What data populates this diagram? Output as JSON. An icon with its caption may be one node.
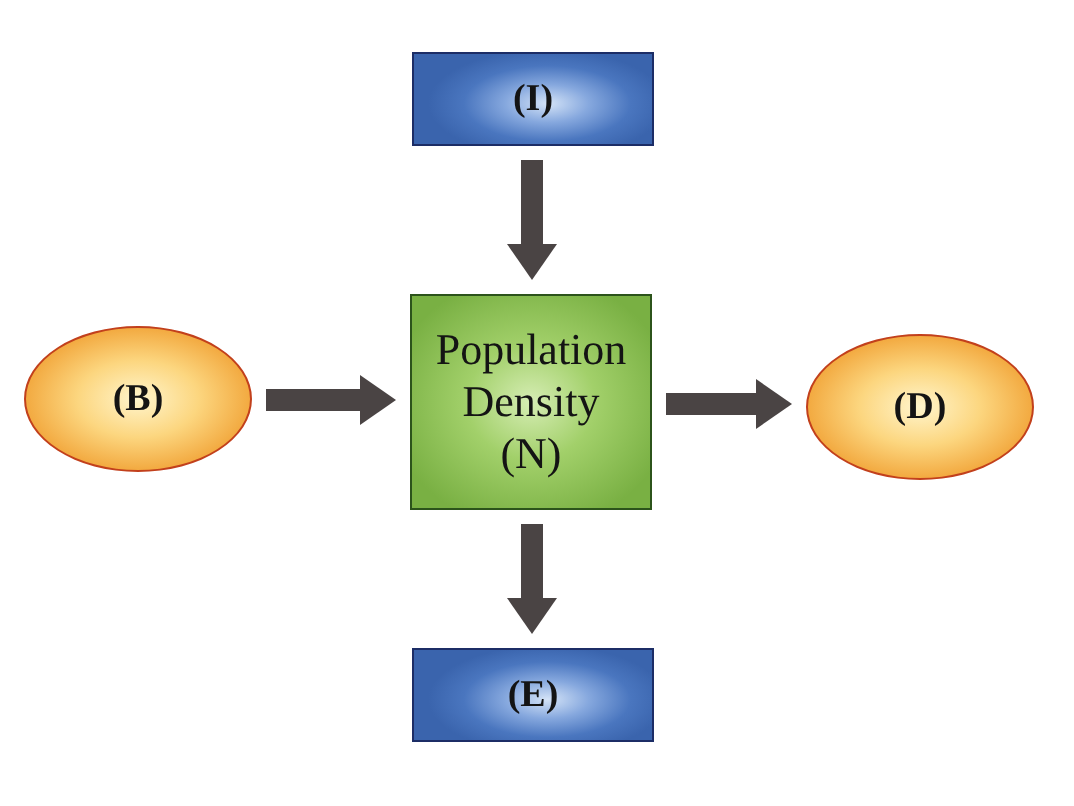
{
  "diagram": {
    "nodes": [
      {
        "text": [
          "(I)"
        ]
      },
      {
        "text": [
          "(B)"
        ]
      },
      {
        "text": [
          "Population Density (N)"
        ]
      },
      {
        "text": [
          "(D)"
        ]
      },
      {
        "text": [
          "(E)"
        ]
      }
    ],
    "edges": [
      {
        "from": 0,
        "to": 2,
        "arrow": "to"
      },
      {
        "from": 1,
        "to": 2,
        "arrow": "to"
      },
      {
        "from": 2,
        "to": 3,
        "arrow": "to"
      },
      {
        "from": 2,
        "to": 4,
        "arrow": "to"
      }
    ]
  }
}
